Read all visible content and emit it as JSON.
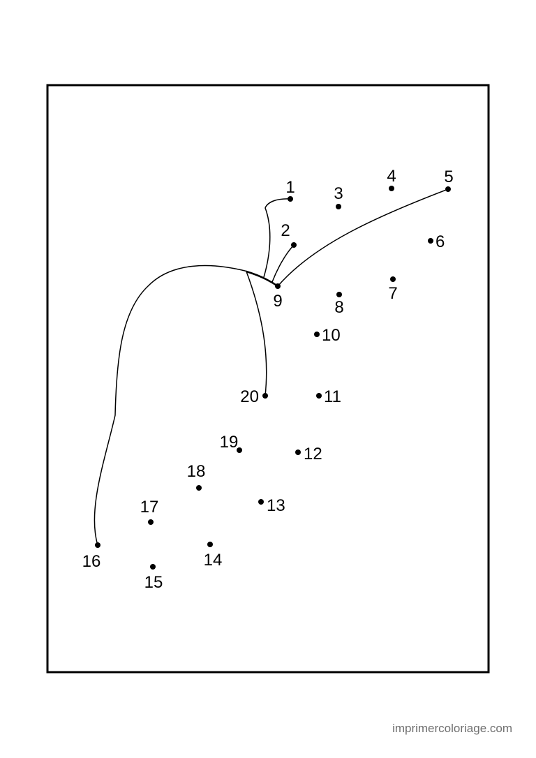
{
  "puzzle": {
    "dots": [
      {
        "number": "1"
      },
      {
        "number": "2"
      },
      {
        "number": "3"
      },
      {
        "number": "4"
      },
      {
        "number": "5"
      },
      {
        "number": "6"
      },
      {
        "number": "7"
      },
      {
        "number": "8"
      },
      {
        "number": "9"
      },
      {
        "number": "10"
      },
      {
        "number": "11"
      },
      {
        "number": "12"
      },
      {
        "number": "13"
      },
      {
        "number": "14"
      },
      {
        "number": "15"
      },
      {
        "number": "16"
      },
      {
        "number": "17"
      },
      {
        "number": "18"
      },
      {
        "number": "19"
      },
      {
        "number": "20"
      }
    ]
  },
  "footer": {
    "credit": "imprimercoloriage.com"
  },
  "colors": {
    "ink": "#000000",
    "credit": "#6f6f6f",
    "background": "#ffffff"
  }
}
